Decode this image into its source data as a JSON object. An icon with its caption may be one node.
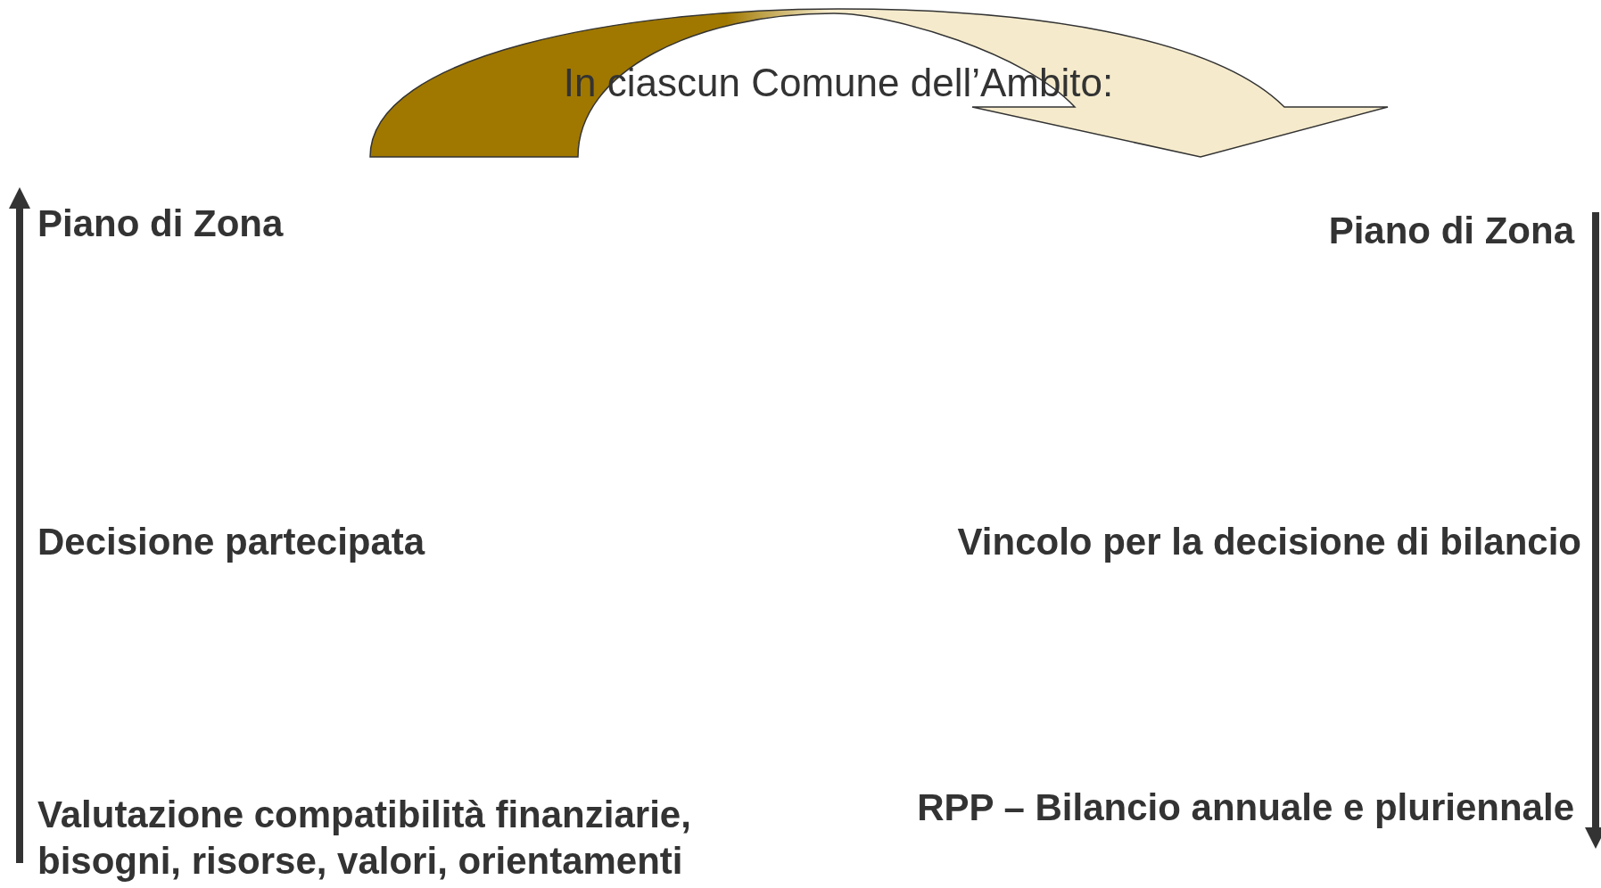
{
  "diagram": {
    "title": "In ciascun Comune dell’Ambito:",
    "nodes": [
      {
        "text": [
          "Piano di Zona"
        ]
      },
      {
        "text": [
          "Decisione partecipata"
        ]
      },
      {
        "text": [
          "Valutazione compatibilità finanziarie, bisogni, risorse, valori, orientamenti"
        ]
      },
      {
        "text": [
          "Piano di Zona"
        ]
      },
      {
        "text": [
          "Vincolo per la decisione di bilancio"
        ]
      },
      {
        "text": [
          "RPP – Bilancio annuale e pluriennale"
        ]
      }
    ],
    "edges": [
      {
        "from": 0,
        "to": 3,
        "arrow": "to",
        "style": "thick"
      },
      {
        "from": 2,
        "to": 0,
        "arrow": "to"
      },
      {
        "from": 3,
        "to": 5,
        "arrow": "to"
      }
    ]
  }
}
